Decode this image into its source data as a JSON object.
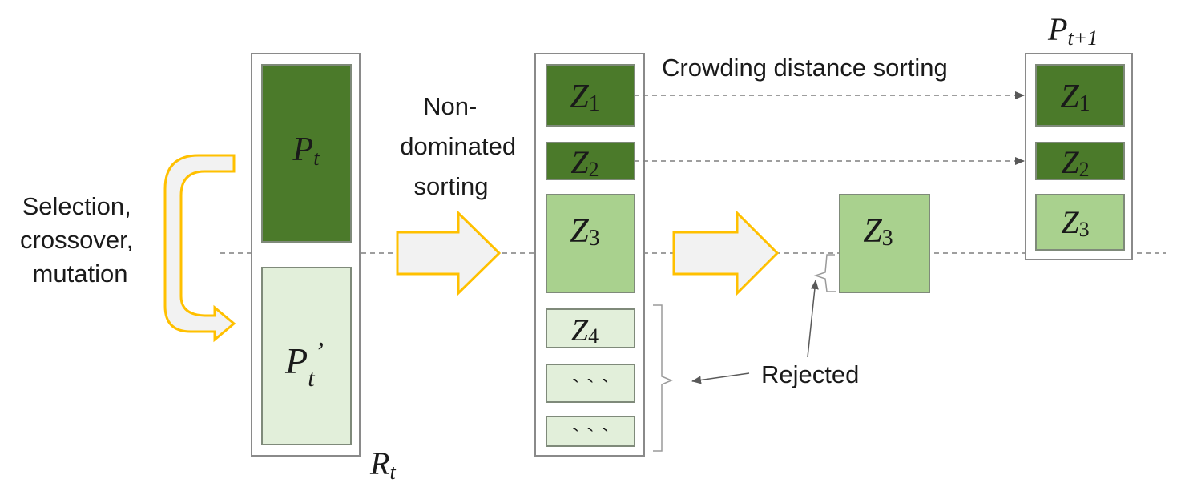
{
  "colors": {
    "dark_green": "#4b7a2a",
    "mid_green": "#a9d18e",
    "light_green": "#e2efda",
    "arrow_outline": "#ffc000",
    "arrow_fill": "#f2f2f2"
  },
  "left": {
    "operations_lines": [
      "Selection,",
      "crossover,",
      "mutation"
    ],
    "pt": {
      "main": "P",
      "sub": "t"
    },
    "pt_prime": {
      "main": "P",
      "sub": "t",
      "mark": "’"
    },
    "rt": {
      "main": "R",
      "sub": "t"
    }
  },
  "step1": {
    "lines": [
      "Non-",
      "dominated",
      "sorting"
    ]
  },
  "fronts": [
    {
      "main": "Z",
      "sub": "1"
    },
    {
      "main": "Z",
      "sub": "2"
    },
    {
      "main": "Z",
      "sub": "3"
    },
    {
      "main": "Z",
      "sub": "4"
    },
    {
      "text": "` ` `"
    },
    {
      "text": "` ` `"
    }
  ],
  "step2": {
    "crowding_label": "Crowding distance sorting",
    "rejected_label": "Rejected",
    "z3_sorted": {
      "main": "Z",
      "sub": "3"
    }
  },
  "next_population": {
    "title": {
      "main": "P",
      "sub": "t+1"
    },
    "members": [
      {
        "main": "Z",
        "sub": "1"
      },
      {
        "main": "Z",
        "sub": "2"
      },
      {
        "main": "Z",
        "sub": "3"
      }
    ]
  }
}
